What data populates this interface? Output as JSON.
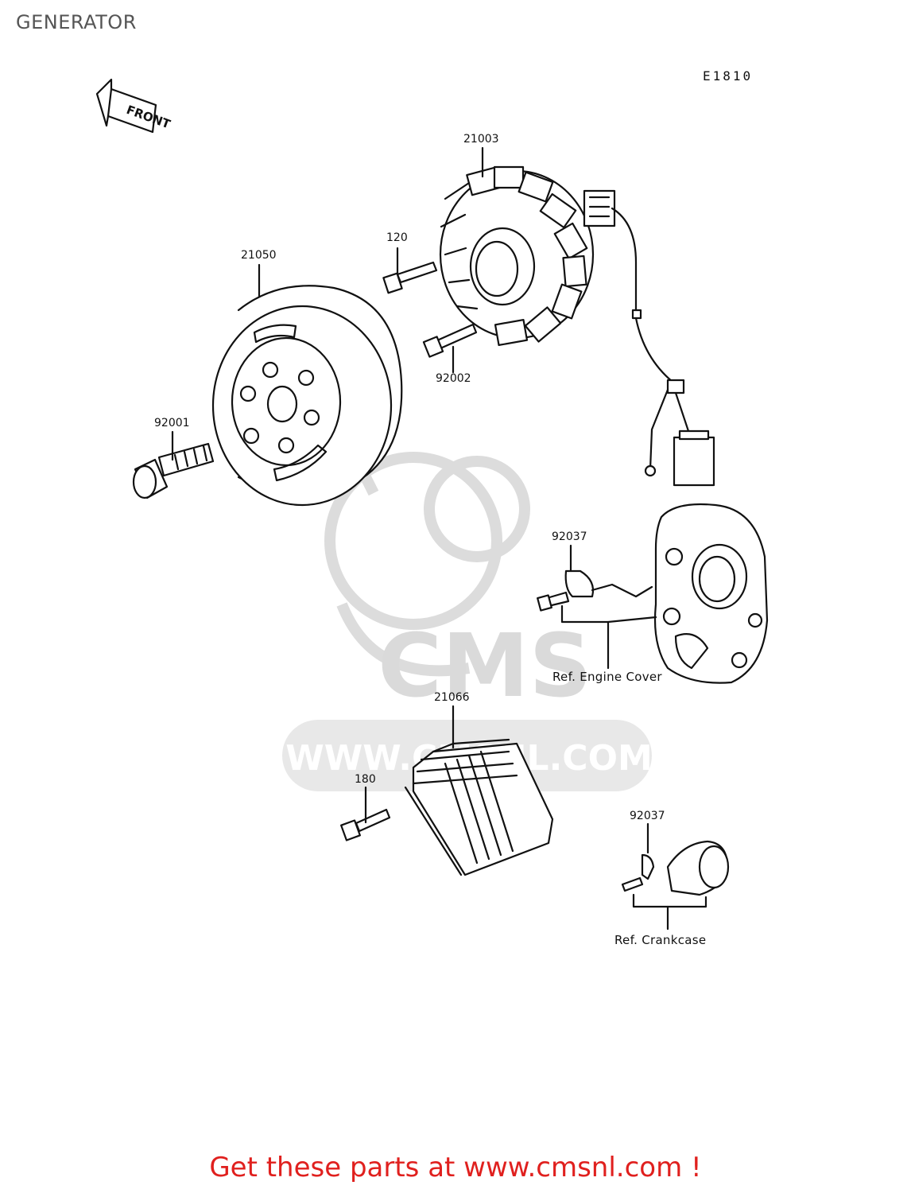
{
  "header": {
    "title": "GENERATOR",
    "diagram_code": "E1810"
  },
  "front_arrow": {
    "label": "FRONT"
  },
  "watermark": {
    "brand": "CMS",
    "site": "WWW.CMSNL.COM"
  },
  "parts": {
    "stator": "21003",
    "stator_bolt": "120",
    "rotor": "21050",
    "rotor_screw": "92002",
    "rotor_bolt": "92001",
    "clamp_upper": "92037",
    "regulator": "21066",
    "regulator_bolt": "180",
    "clamp_lower": "92037"
  },
  "references": {
    "engine_cover": "Ref. Engine Cover",
    "crankcase": "Ref. Crankcase"
  },
  "footer": {
    "promo": "Get these parts at www.cmsnl.com !"
  },
  "colors": {
    "promo": "#e0201e",
    "line": "#111111",
    "watermark": "#d4d4d4"
  }
}
